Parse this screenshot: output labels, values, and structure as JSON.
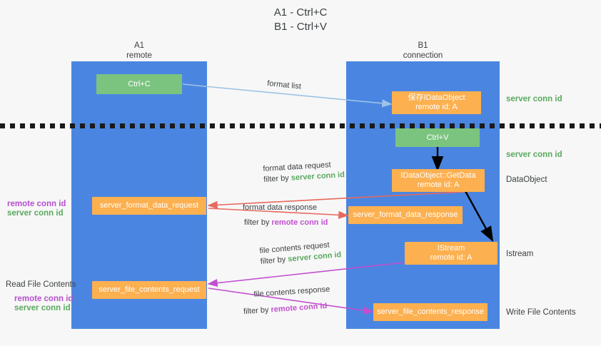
{
  "title": "A1 - Ctrl+C\nB1 - Ctrl+V",
  "colors": {
    "lane": "#4a86e1",
    "green_box": "#7bc47f",
    "orange_box": "#fcb050",
    "green_text": "#5aa85f",
    "purple_text": "#b44fd0",
    "arrow_blue": "#9dc3e6",
    "arrow_red": "#e8695d",
    "arrow_magenta": "#c24fd0",
    "arrow_black": "#000000",
    "background": "#f7f7f7"
  },
  "columns": {
    "a1": {
      "name": "A1",
      "sub": "remote"
    },
    "b1": {
      "name": "B1",
      "sub": "connection"
    }
  },
  "boxes": {
    "ctrl_c": {
      "label": "Ctrl+C"
    },
    "save_idataobject": {
      "line1": "保存IDataObject",
      "line2": "remote id: A"
    },
    "ctrl_v": {
      "label": "Ctrl+V"
    },
    "getdata": {
      "line1": "IDataObject::GetData",
      "line2": "remote id: A"
    },
    "server_format_data_request": {
      "label": "server_format_data_request"
    },
    "server_format_data_response": {
      "label": "server_format_data_response"
    },
    "istream": {
      "line1": "IStream",
      "line2": "remote id: A"
    },
    "server_file_contents_request": {
      "label": "server_file_contents_request"
    },
    "server_file_contents_response": {
      "label": "server_file_contents_response"
    }
  },
  "right_labels": {
    "server_conn_id_top": "server conn id",
    "server_conn_id_mid": "server conn id",
    "dataobject": "DataObject",
    "istream": "Istream",
    "write_file_contents": "Write File Contents"
  },
  "left_labels": {
    "remote_conn_id_1": "remote conn id",
    "server_conn_id_1": "server conn id",
    "read_file_contents": "Read File Contents",
    "remote_conn_id_2": "remote conn id",
    "server_conn_id_2": "server conn id"
  },
  "edges": {
    "format_list": {
      "text": "format list"
    },
    "format_data_request": {
      "line1": "format data request",
      "prefix": "filter by ",
      "highlight": "server conn id"
    },
    "format_data_response": {
      "line1": "format data response",
      "prefix": "filter by ",
      "highlight": "remote conn id"
    },
    "file_contents_request": {
      "line1": "file contents request",
      "prefix": "filter by ",
      "highlight": "server conn id"
    },
    "file_contents_response": {
      "line1": "file contents response",
      "prefix": "filter by ",
      "highlight": "remote conn id"
    }
  }
}
